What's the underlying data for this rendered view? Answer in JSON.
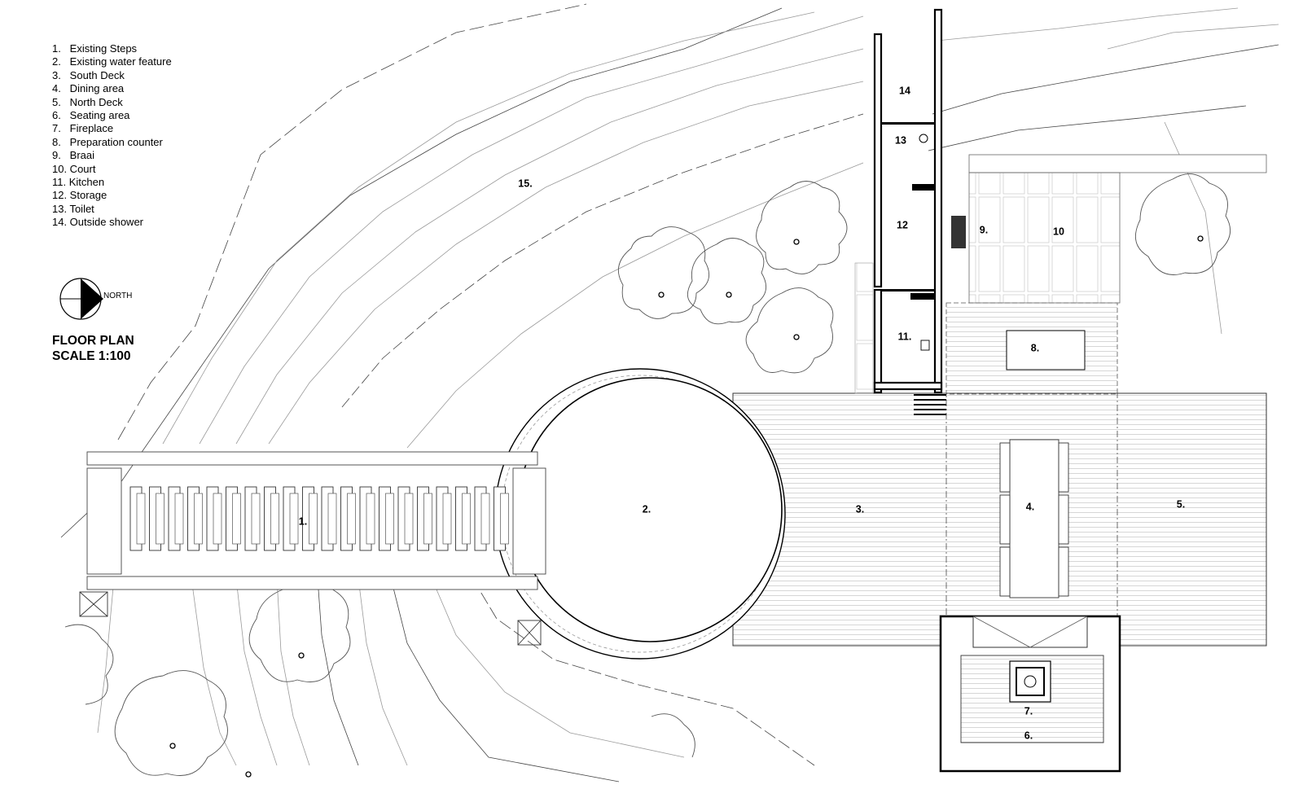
{
  "legend": [
    "1.   Existing Steps",
    "2.   Existing water feature",
    "3.   South Deck",
    "4.   Dining area",
    "5.   North Deck",
    "6.   Seating area",
    "7.   Fireplace",
    "8.   Preparation counter",
    "9.   Braai",
    "10. Court",
    "11. Kitchen",
    "12. Storage",
    "13. Toilet",
    "14. Outside shower"
  ],
  "title": {
    "line1": "FLOOR PLAN",
    "line2": "SCALE   1:100"
  },
  "north_label": "NORTH",
  "plan_labels": {
    "steps": "1.",
    "water_feature": "2.",
    "south_deck": "3.",
    "dining": "4.",
    "north_deck": "5.",
    "seating": "6.",
    "fireplace": "7.",
    "prep_counter": "8.",
    "braai": "9.",
    "court": "10",
    "kitchen": "11.",
    "storage": "12",
    "toilet": "13",
    "shower": "14",
    "slope": "15."
  }
}
